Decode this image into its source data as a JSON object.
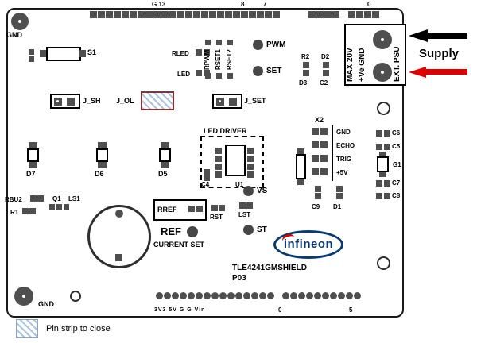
{
  "board": {
    "name": "TLE4241GMSHIELD",
    "rev": "P03",
    "brand": "infineon"
  },
  "legend": {
    "text": "Pin strip to close"
  },
  "supply": {
    "max": "MAX 20V",
    "polarity": "+Ve GND",
    "ext": "EXT. PSU",
    "label": "Supply"
  },
  "top_header": {
    "g13": "G 13",
    "p8": "8",
    "p7": "7",
    "p0": "0"
  },
  "bottom_header": {
    "power": "3V3 5V G  G  Vin",
    "a0": "0",
    "a5": "5"
  },
  "corners": {
    "gnd_top": "GND",
    "gnd_bottom": "GND"
  },
  "labels": {
    "s1": "S1",
    "rled": "RLED",
    "led": "LED",
    "rpwm": "RPWM",
    "rset1": "RSET1",
    "rset2": "RSET2",
    "pwm": "PWM",
    "set": "SET",
    "j_sh": "J_SH",
    "j_ol": "J_OL",
    "j_set": "J_SET",
    "r2": "R2",
    "d2": "D2",
    "d3": "D3",
    "c2": "C2",
    "x2": "X2",
    "x2_gnd": "GND",
    "x2_echo": "ECHO",
    "x2_trig": "TRIG",
    "x2_5v": "+5V",
    "c9": "C9",
    "d1": "D1",
    "c6": "C6",
    "c5": "C5",
    "g1": "G1",
    "c7": "C7",
    "c8": "C8",
    "d7": "D7",
    "d6": "D6",
    "d5": "D5",
    "led_driver": "LED DRIVER",
    "c4": "C4",
    "u1": "U1",
    "vs": "VS",
    "rst": "RST",
    "lst": "LST",
    "st": "ST",
    "rbu2": "RBU2",
    "q1": "Q1",
    "ls1": "LS1",
    "r1": "R1",
    "rref": "RREF",
    "ref": "REF",
    "current_set": "CURRENT SET"
  },
  "pin_rows": {
    "top1": {
      "count": 24,
      "pitch": 10,
      "shape": "sq"
    },
    "top2": {
      "count": 4,
      "pitch": 10,
      "shape": "sq"
    },
    "top3": {
      "count": 4,
      "pitch": 10,
      "shape": "sq"
    },
    "bottom1": {
      "count": 15,
      "pitch": 10,
      "shape": "ci"
    },
    "bottom2": {
      "count": 10,
      "pitch": 10,
      "shape": "ci"
    }
  }
}
